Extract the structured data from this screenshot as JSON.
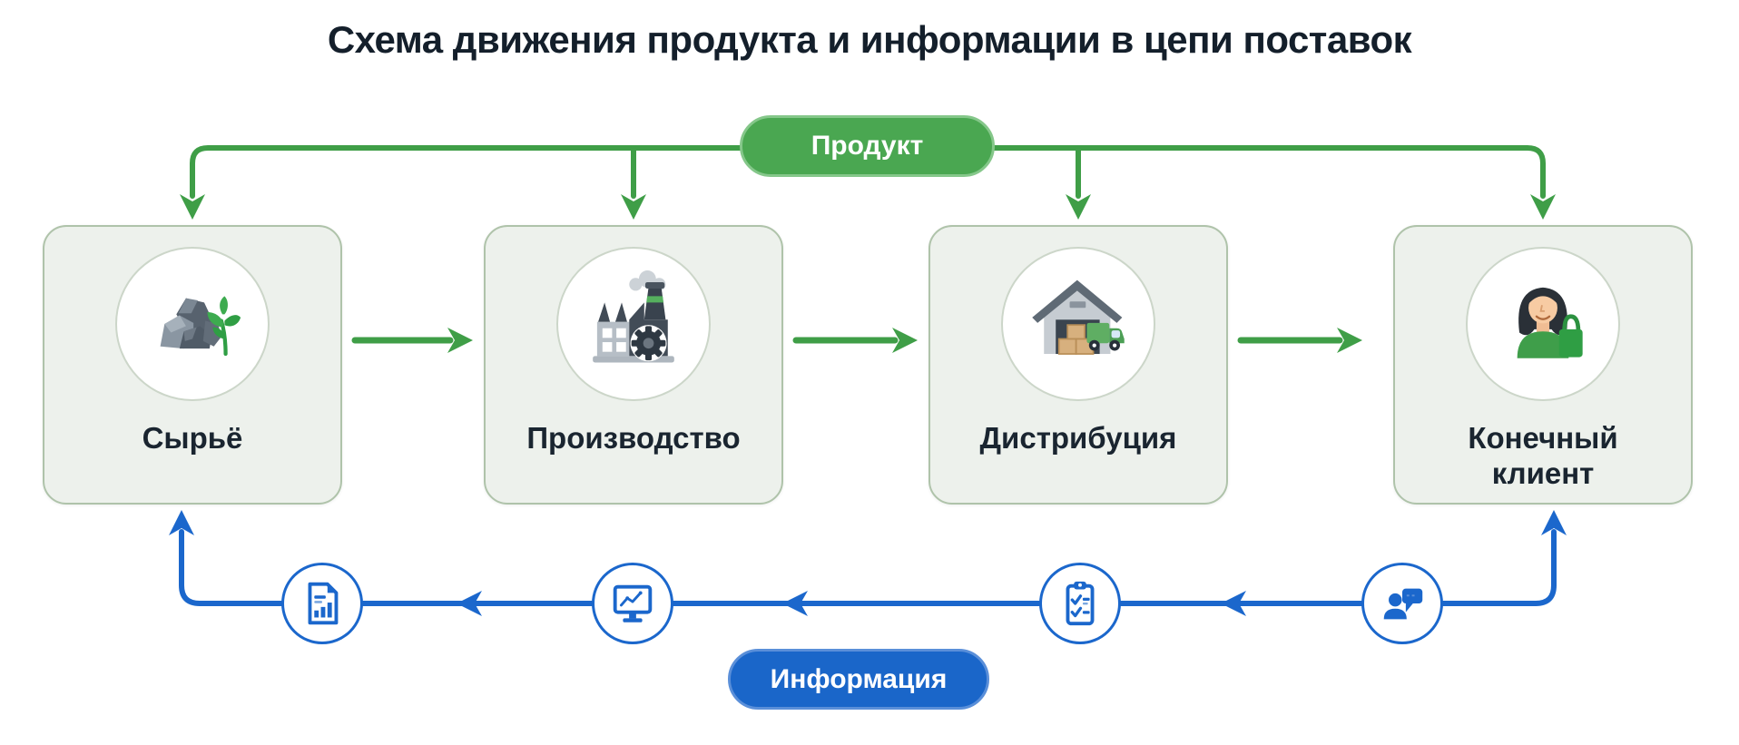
{
  "title": "Схема движения продукта и информации в цепи поставок",
  "product_flow": {
    "label": "Продукт",
    "color": "#3f9e47"
  },
  "information_flow": {
    "label": "Информация",
    "color": "#1b67cc"
  },
  "stages": [
    {
      "label": "Сырьё",
      "icon": "raw-materials-icon"
    },
    {
      "label": "Производство",
      "icon": "factory-icon"
    },
    {
      "label": "Дистрибуция",
      "icon": "warehouse-distribution-icon"
    },
    {
      "label": "Конечный клиент",
      "icon": "end-customer-icon"
    }
  ],
  "information_nodes": [
    {
      "icon": "report-document-icon"
    },
    {
      "icon": "analytics-monitor-icon"
    },
    {
      "icon": "checklist-clipboard-icon"
    },
    {
      "icon": "customer-feedback-icon"
    }
  ],
  "colors": {
    "green_line": "#3f9e47",
    "green_pill_fill": "#4aa751",
    "green_pill_border": "#85c78a",
    "blue_line": "#1b67cc",
    "blue_pill_fill": "#1a66c9",
    "box_fill": "#edf1ec",
    "box_border": "#afc3aa",
    "text_dark": "#141f2b"
  }
}
